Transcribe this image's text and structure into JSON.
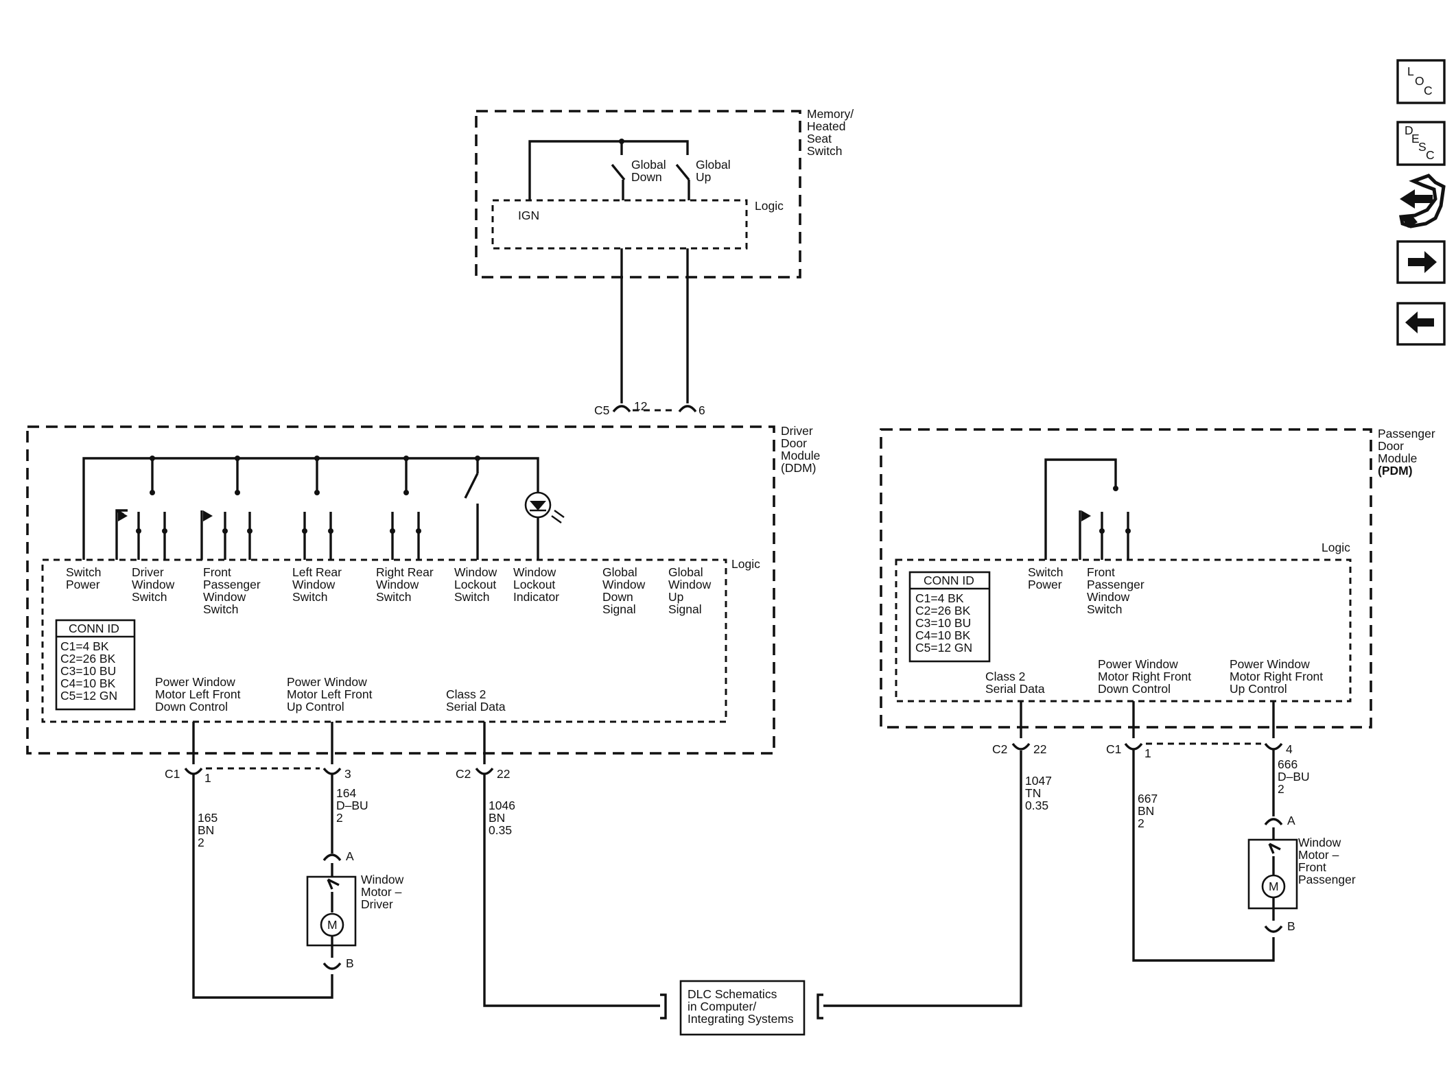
{
  "nav": {
    "loc": {
      "l1": "L",
      "l2": "O",
      "l3": "C"
    },
    "desc": {
      "l1": "D",
      "l2": "E",
      "l3": "S",
      "l4": "C"
    }
  },
  "memory_module": {
    "title": [
      "Memory/",
      "Heated",
      "Seat",
      "Switch"
    ],
    "logic": "Logic",
    "ign": "IGN",
    "global_down": [
      "Global",
      "Down"
    ],
    "global_up": [
      "Global",
      "Up"
    ]
  },
  "c5": {
    "id": "C5",
    "pin_down": "12",
    "pin_up": "6"
  },
  "ddm": {
    "title": [
      "Driver",
      "Door",
      "Module",
      "(DDM)"
    ],
    "logic": "Logic",
    "inputs": [
      {
        "lines": [
          "Switch",
          "Power"
        ]
      },
      {
        "lines": [
          "Driver",
          "Window",
          "Switch"
        ]
      },
      {
        "lines": [
          "Front",
          "Passenger",
          "Window",
          "Switch"
        ]
      },
      {
        "lines": [
          "Left Rear",
          "Window",
          "Switch"
        ]
      },
      {
        "lines": [
          "Right Rear",
          "Window",
          "Switch"
        ]
      },
      {
        "lines": [
          "Window",
          "Lockout",
          "Switch"
        ]
      },
      {
        "lines": [
          "Window",
          "Lockout",
          "Indicator"
        ]
      },
      {
        "lines": [
          "Global",
          "Window",
          "Down",
          "Signal"
        ]
      },
      {
        "lines": [
          "Global",
          "Window",
          "Up",
          "Signal"
        ]
      }
    ],
    "conn_id": {
      "title": "CONN ID",
      "rows": [
        "C1=4 BK",
        "C2=26 BK",
        "C3=10 BU",
        "C4=10 BK",
        "C5=12 GN"
      ]
    },
    "outputs": [
      {
        "lines": [
          "Power Window",
          "Motor Left Front",
          "Down Control"
        ]
      },
      {
        "lines": [
          "Power Window",
          "Motor Left Front",
          "Up Control"
        ]
      },
      {
        "lines": [
          "Class 2",
          "Serial Data"
        ]
      }
    ]
  },
  "pdm": {
    "title": [
      "Passenger",
      "Door",
      "Module",
      "(PDM)"
    ],
    "logic": "Logic",
    "inputs": [
      {
        "lines": [
          "Switch",
          "Power"
        ]
      },
      {
        "lines": [
          "Front",
          "Passenger",
          "Window",
          "Switch"
        ]
      }
    ],
    "conn_id": {
      "title": "CONN ID",
      "rows": [
        "C1=4 BK",
        "C2=26 BK",
        "C3=10 BU",
        "C4=10 BK",
        "C5=12 GN"
      ]
    },
    "outputs": [
      {
        "lines": [
          "Class 2",
          "Serial Data"
        ]
      },
      {
        "lines": [
          "Power Window",
          "Motor Right Front",
          "Down Control"
        ]
      },
      {
        "lines": [
          "Power Window",
          "Motor Right Front",
          "Up Control"
        ]
      }
    ]
  },
  "driver_side": {
    "c1": "C1",
    "c1_pin1": "1",
    "c1_pin3": "3",
    "c2": "C2",
    "c2_pin": "22",
    "wire_165": [
      "165",
      "BN",
      "2"
    ],
    "wire_164": [
      "164",
      "D–BU",
      "2"
    ],
    "wire_1046": [
      "1046",
      "BN",
      "0.35"
    ],
    "motor": {
      "title": [
        "Window",
        "Motor –",
        "Driver"
      ],
      "pin_a": "A",
      "pin_b": "B",
      "m": "M"
    }
  },
  "passenger_side": {
    "c2": "C2",
    "c2_pin": "22",
    "c1": "C1",
    "c1_pin1": "1",
    "c1_pin4": "4",
    "wire_1047": [
      "1047",
      "TN",
      "0.35"
    ],
    "wire_667": [
      "667",
      "BN",
      "2"
    ],
    "wire_666": [
      "666",
      "D–BU",
      "2"
    ],
    "motor": {
      "title": [
        "Window",
        "Motor –",
        "Front",
        "Passenger"
      ],
      "pin_a": "A",
      "pin_b": "B",
      "m": "M"
    }
  },
  "dlc": {
    "lines": [
      "DLC Schematics",
      "in Computer/",
      "Integrating Systems"
    ]
  }
}
